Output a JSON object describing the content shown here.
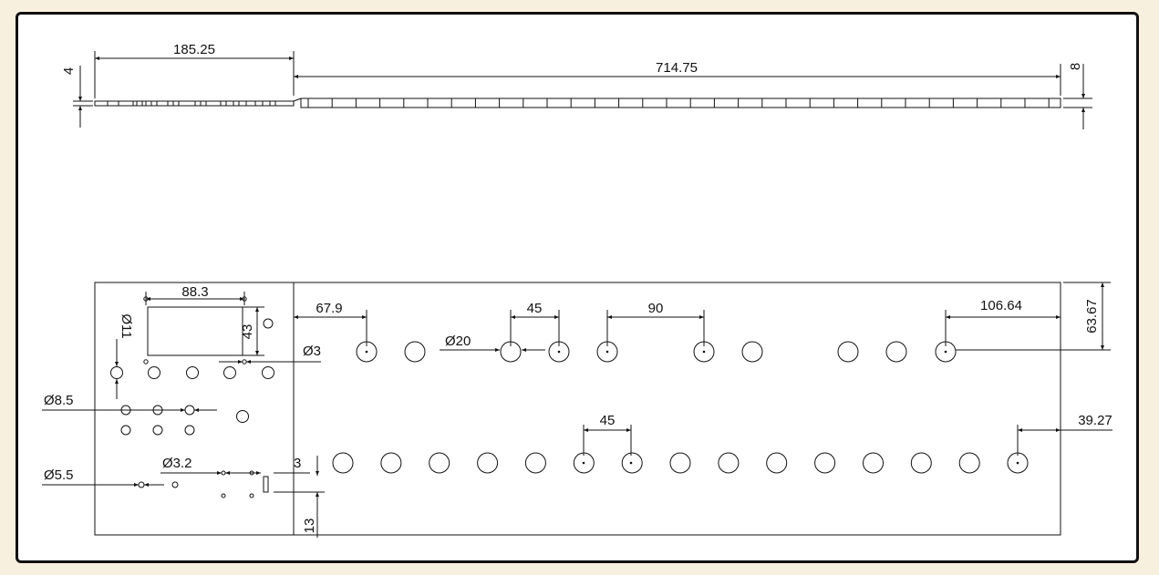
{
  "drawing": {
    "line_color": "#111111",
    "background": "#ffffff",
    "frame_border": "#111111",
    "page_background": "#f8f0df"
  },
  "side_view": {
    "dim_left_length": "185.25",
    "dim_right_length": "714.75",
    "dim_left_thickness": "4",
    "dim_right_thickness": "8"
  },
  "plan_view": {
    "dim_rect_width": "88.3",
    "dim_rect_height": "43",
    "dim_diam_11": "Ø11",
    "dim_diam_3": "Ø3",
    "dim_diam_8_5": "Ø8.5",
    "dim_diam_5_5": "Ø5.5",
    "dim_diam_3_2": "Ø3.2",
    "dim_small_3": "3",
    "dim_13": "13",
    "dim_67_9": "67.9",
    "dim_45_top": "45",
    "dim_diam_20": "Ø20",
    "dim_90": "90",
    "dim_106_64": "106.64",
    "dim_63_67": "63.67",
    "dim_45_bottom": "45",
    "dim_39_27": "39.27"
  }
}
